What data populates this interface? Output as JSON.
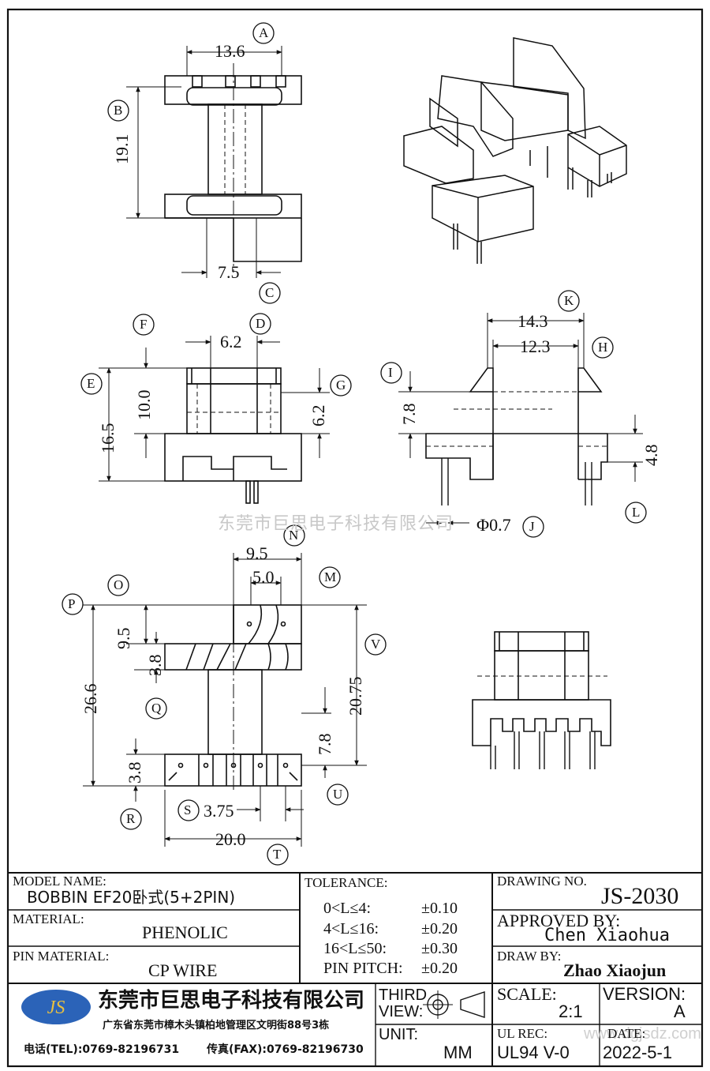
{
  "dimensions": {
    "d13_6": "13.6",
    "d19_1": "19.1",
    "d7_5": "7.5",
    "d6_2a": "6.2",
    "d10_0": "10.0",
    "d16_5": "16.5",
    "d6_2b": "6.2",
    "d14_3": "14.3",
    "d12_3": "12.3",
    "d7_8a": "7.8",
    "d4_8": "4.8",
    "d0_7": "0.7",
    "d9_5a": "9.5",
    "d5_0": "5.0",
    "d9_5b": "9.5",
    "d3_8a": "3.8",
    "d26_6": "26.6",
    "d20_75": "20.75",
    "d7_8b": "7.8",
    "d3_8b": "3.8",
    "d3_75": "3.75",
    "d20_0": "20.0"
  },
  "callouts": {
    "A": "A",
    "B": "B",
    "C": "C",
    "D": "D",
    "E": "E",
    "F": "F",
    "G": "G",
    "H": "H",
    "I": "I",
    "J": "J",
    "K": "K",
    "L": "L",
    "M": "M",
    "N": "N",
    "O": "O",
    "P": "P",
    "Q": "Q",
    "R": "R",
    "S": "S",
    "T": "T",
    "U": "U",
    "V": "V"
  },
  "watermark": "东莞市巨思电子科技有限公司",
  "watermark_site": "www.dgjsdz.com",
  "title_block": {
    "model_name_label": "MODEL NAME:",
    "model_name": "BOBBIN  EF20卧式(5+2PIN)",
    "material_label": "MATERIAL:",
    "material": "PHENOLIC",
    "pin_material_label": "PIN MATERIAL:",
    "pin_material": "CP WIRE",
    "tolerance_label": "TOLERANCE:",
    "tolerances": [
      {
        "range": "0<L≤4:",
        "value": "±0.10"
      },
      {
        "range": "4<L≤16:",
        "value": "±0.20"
      },
      {
        "range": "16<L≤50:",
        "value": "±0.30"
      },
      {
        "range": "PIN PITCH:",
        "value": "±0.20"
      }
    ],
    "drawing_no_label": "DRAWING NO.",
    "drawing_no": "JS-2030",
    "approved_label": "APPROVED BY:",
    "approved_by": "Chen Xiaohua",
    "draw_label": "DRAW BY:",
    "draw_by": "Zhao Xiaojun",
    "company": "东莞市巨思电子科技有限公司",
    "address": "广东省东莞市樟木头镇柏地管理区文明街88号3栋",
    "tel": "电话(TEL):0769-82196731",
    "fax": "传真(FAX):0769-82196730",
    "logo_text": "JS",
    "third_label_1": "THIRD",
    "third_label_2": "VIEW:",
    "unit_label": "UNIT:",
    "unit": "MM",
    "scale_label": "SCALE:",
    "scale": "2:1",
    "version_label": "VERSION:",
    "version": "A",
    "ul_label": "UL REC:",
    "ul_rec": "UL94  V-0",
    "date_label": "DATE:",
    "date": "2022-5-1"
  },
  "colors": {
    "line": "#111111",
    "logo_blue": "#2b63b8",
    "logo_text": "#e8c040",
    "watermark": "#c8c8c8"
  }
}
